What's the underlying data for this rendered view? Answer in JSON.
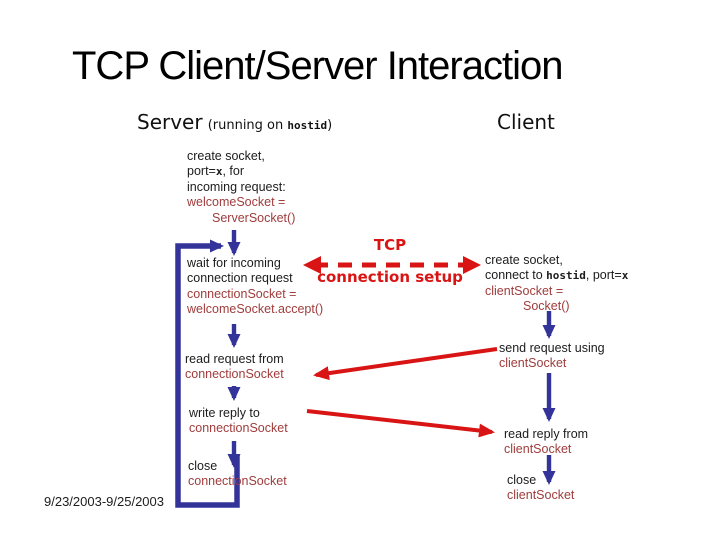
{
  "slide": {
    "title": "TCP Client/Server Interaction",
    "footer": "9/23/2003-9/25/2003"
  },
  "headers": {
    "server_label": "Server",
    "server_note_open": "(running on ",
    "server_note_host": "hostid",
    "server_note_close": ")",
    "client_label": "Client"
  },
  "tcp_setup": {
    "line1": "TCP",
    "line2": "connection setup"
  },
  "server": {
    "step1": {
      "l1": "create socket,",
      "l2a": "port=",
      "l2b": "x",
      "l2c": ", for",
      "l3": "incoming request:",
      "code1": "welcomeSocket =",
      "code2": "ServerSocket()"
    },
    "step2": {
      "l1": "wait for incoming",
      "l2": "connection request",
      "code1": "connectionSocket =",
      "code2": "welcomeSocket.accept()"
    },
    "step3": {
      "l1": "read request from",
      "code1": "connectionSocket"
    },
    "step4": {
      "l1": "write reply to",
      "code1": "connectionSocket"
    },
    "step5": {
      "l1": "close",
      "code1": "connectionSocket"
    }
  },
  "client": {
    "step1": {
      "l1": "create socket,",
      "l2a": "connect to ",
      "l2b": "hostid",
      "l2c": ", port=",
      "l2d": "x",
      "code1": "clientSocket =",
      "code2": "Socket()"
    },
    "step2": {
      "l1": "send request using",
      "code1": "clientSocket"
    },
    "step3": {
      "l1": "read reply from",
      "code1": "clientSocket"
    },
    "step4": {
      "l1": "close",
      "code1": "clientSocket"
    }
  },
  "colors": {
    "flow_arrow_blue": "#333399",
    "tcp_arrow_red": "#d91414",
    "code_text_red": "#a03c3c"
  }
}
